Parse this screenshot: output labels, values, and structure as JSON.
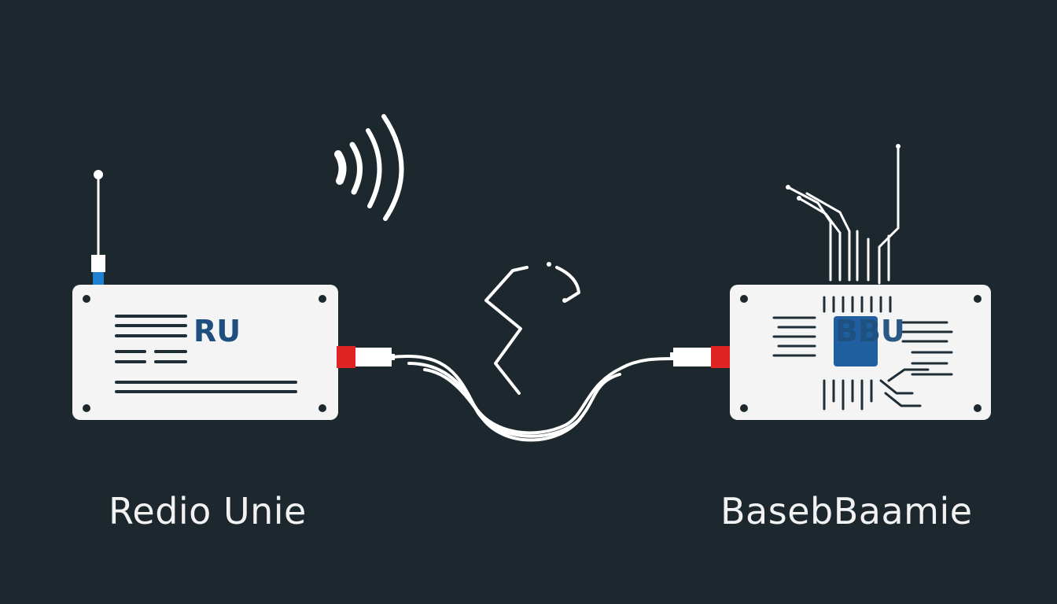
{
  "diagram": {
    "background_color": "#1c282e",
    "accent_blue": "#1f5fa0",
    "accent_red": "#e02424",
    "device_fill": "#f4f4f4",
    "radio_unit": {
      "label": "RU",
      "caption": "Redio Unie",
      "icons": [
        "antenna-icon",
        "wireless-signal-icon"
      ]
    },
    "baseband_unit": {
      "label": "BBU",
      "caption": "BasebBaamie",
      "icons": [
        "chip-icon",
        "circuit-traces-icon"
      ]
    },
    "link": {
      "icons": [
        "fronthaul-cable-icon",
        "lightning-break-icon"
      ]
    }
  }
}
